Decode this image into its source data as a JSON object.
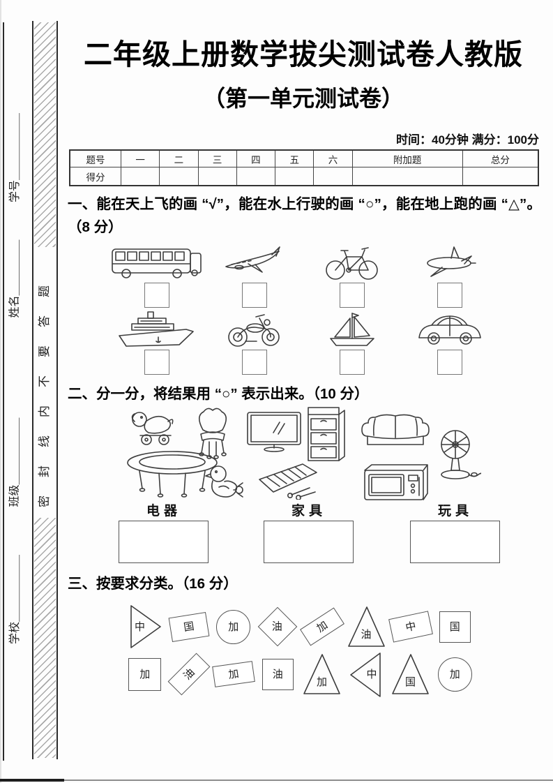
{
  "header": {
    "title": "二年级上册数学拔尖测试卷人教版",
    "subtitle": "（第一单元测试卷）",
    "meta": "时间：40分钟  满分：100分"
  },
  "margin": {
    "seal_text": "密封线内不要答题",
    "fields": [
      {
        "label": "学号＿＿＿＿＿＿"
      },
      {
        "label": "姓名＿＿＿＿＿"
      },
      {
        "label": "班级＿＿＿＿＿＿"
      },
      {
        "label": "学校＿＿＿＿＿＿"
      }
    ]
  },
  "score_table": {
    "headers": [
      "题号",
      "一",
      "二",
      "三",
      "四",
      "五",
      "六",
      "附加题",
      "总分"
    ],
    "row_label": "得分"
  },
  "q1": {
    "heading": "一、能在天上飞的画 “√”，能在水上行驶的画 “○”，能在地上跑的画 “△”。（8 分）",
    "row1_images": [
      "bus-image",
      "airliner-image",
      "bicycle-image",
      "small-plane-image"
    ],
    "row2_images": [
      "ship-image",
      "motorcycle-image",
      "sailboat-image",
      "car-image"
    ]
  },
  "q2": {
    "heading": "二、分一分，将结果用 “○” 表示出来。（10 分）",
    "item_images": [
      "toy-dog-image",
      "chair-image",
      "tv-image",
      "cabinet-image",
      "sofa-image",
      "fan-image",
      "table-image",
      "toy-duck-image",
      "xylophone-image",
      "microwave-image"
    ],
    "categories": [
      "电器",
      "家具",
      "玩具"
    ]
  },
  "q3": {
    "heading": "三、按要求分类。（16 分）",
    "row1": [
      {
        "shape": "triangle-right",
        "label": "中"
      },
      {
        "shape": "rect-tilted",
        "label": "国"
      },
      {
        "shape": "circle",
        "label": "加"
      },
      {
        "shape": "diamond",
        "label": "油"
      },
      {
        "shape": "rect-tilted-steep",
        "label": "加"
      },
      {
        "shape": "triangle-up",
        "label": "油"
      },
      {
        "shape": "rect-tilted",
        "label": "中"
      },
      {
        "shape": "square",
        "label": "国"
      }
    ],
    "row2": [
      {
        "shape": "square",
        "label": "加"
      },
      {
        "shape": "rect-tilted-45",
        "label": "油"
      },
      {
        "shape": "rect-tilted",
        "label": "加"
      },
      {
        "shape": "square",
        "label": "油"
      },
      {
        "shape": "triangle-up",
        "label": "加"
      },
      {
        "shape": "triangle-left",
        "label": "中"
      },
      {
        "shape": "triangle-up",
        "label": "国"
      },
      {
        "shape": "circle",
        "label": "加"
      }
    ]
  }
}
